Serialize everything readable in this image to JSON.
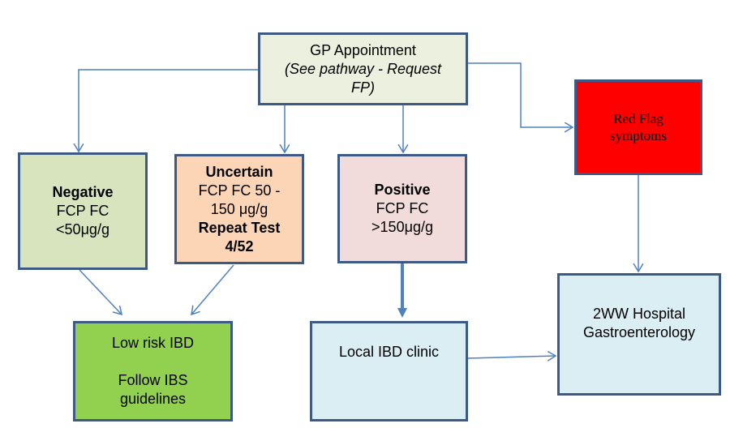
{
  "colors": {
    "border": "#3c5a84",
    "arrow": "#4f81bd",
    "gp_fill": "#ebf1de",
    "negative_fill": "#d7e4bd",
    "uncertain_fill": "#fbd5b5",
    "positive_fill": "#f2dcdb",
    "red_flag_fill": "#ff0000",
    "low_risk_fill": "#92d050",
    "clinic_fill": "#dbeef4"
  },
  "gp": {
    "line1": "GP Appointment",
    "line2": "(See pathway - Request",
    "line3": "FP)"
  },
  "negative": {
    "title": "Negative",
    "line1": "FCP FC",
    "line2": "<50μg/g"
  },
  "uncertain": {
    "title": "Uncertain",
    "line1": "FCP FC 50 -",
    "line2": "150 μg/g",
    "line3": "Repeat Test",
    "line4": "4/52"
  },
  "positive": {
    "title": "Positive",
    "line1": "FCP FC",
    "line2": ">150μg/g"
  },
  "red_flag": {
    "line1": "Red Flag",
    "line2": "symptoms"
  },
  "low_risk": {
    "line1": "Low risk IBD",
    "line2": "Follow IBS",
    "line3": "guidelines"
  },
  "local_clinic": {
    "line1": "Local IBD clinic"
  },
  "hospital": {
    "line1": "2WW Hospital",
    "line2": "Gastroenterology"
  }
}
